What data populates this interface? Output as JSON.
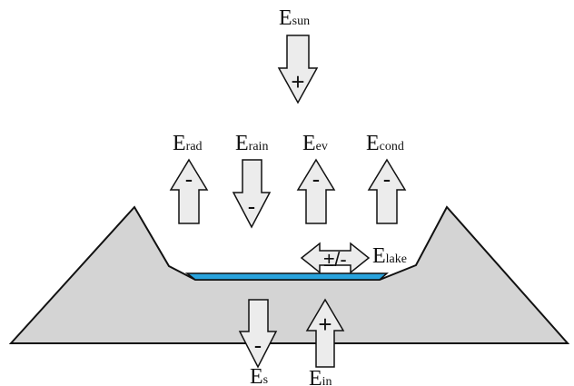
{
  "colors": {
    "ground": "#d4d4d4",
    "arrow_fill": "#ececec",
    "outline": "#111111",
    "lake": "#29a3dd"
  },
  "labels": {
    "sun": {
      "main": "E",
      "sub": "sun"
    },
    "rad": {
      "main": "E",
      "sub": "rad"
    },
    "rain": {
      "main": "E",
      "sub": "rain"
    },
    "ev": {
      "main": "E",
      "sub": "ev"
    },
    "cond": {
      "main": "E",
      "sub": "cond"
    },
    "lake": {
      "main": "E",
      "sub": "lake"
    },
    "s": {
      "main": "E",
      "sub": "s"
    },
    "in": {
      "main": "E",
      "sub": "in"
    }
  },
  "signs": {
    "sun": "+",
    "rad": "-",
    "rain": "-",
    "ev": "-",
    "cond": "-",
    "s": "-",
    "in": "+",
    "lake": "±/-"
  }
}
